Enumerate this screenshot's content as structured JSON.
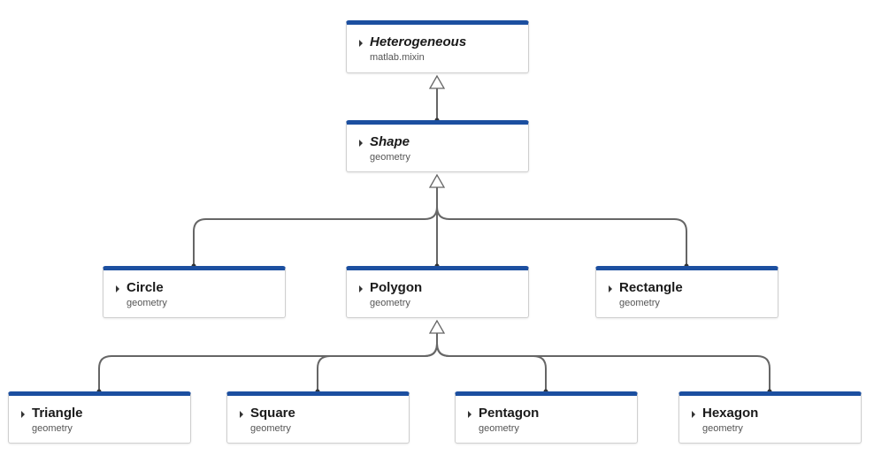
{
  "nodes": {
    "heterogeneous": {
      "name": "Heterogeneous",
      "package": "matlab.mixin"
    },
    "shape": {
      "name": "Shape",
      "package": "geometry"
    },
    "circle": {
      "name": "Circle",
      "package": "geometry"
    },
    "polygon": {
      "name": "Polygon",
      "package": "geometry"
    },
    "rectangle": {
      "name": "Rectangle",
      "package": "geometry"
    },
    "triangle": {
      "name": "Triangle",
      "package": "geometry"
    },
    "square": {
      "name": "Square",
      "package": "geometry"
    },
    "pentagon": {
      "name": "Pentagon",
      "package": "geometry"
    },
    "hexagon": {
      "name": "Hexagon",
      "package": "geometry"
    }
  },
  "colors": {
    "header": "#1c4fa0",
    "connector": "#666666"
  }
}
